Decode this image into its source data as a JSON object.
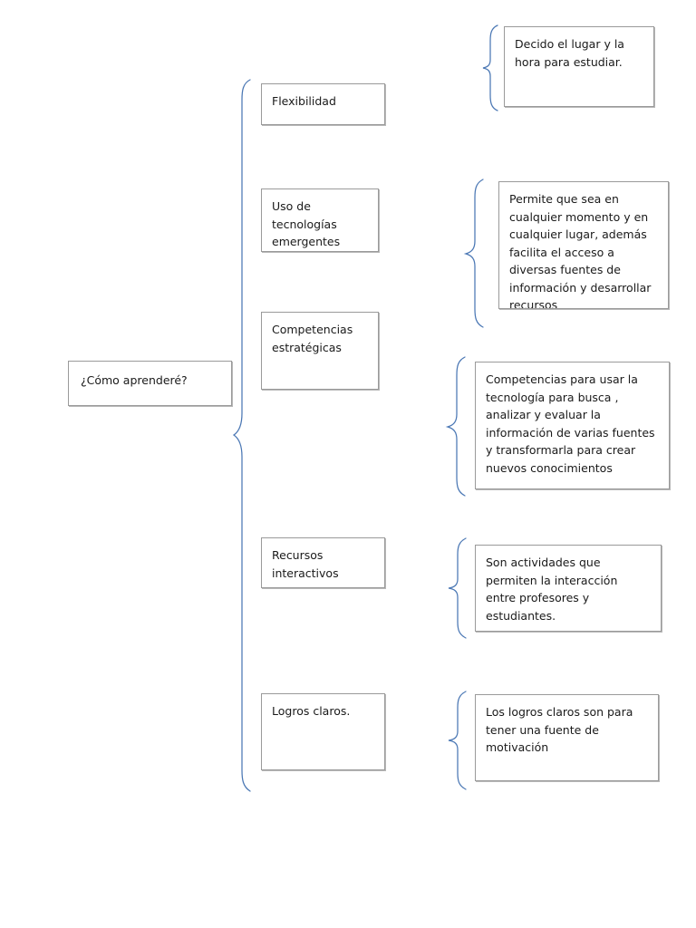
{
  "diagram": {
    "title_text": "¿Cómo aprenderé?",
    "type": "brace-map",
    "accent_color": "#4a77b4",
    "box_border_color": "#9a9a9a",
    "text_color": "#1a1a1a",
    "root": {
      "label": "¿Cómo aprenderé?"
    },
    "branches": [
      {
        "label": "Flexibilidad",
        "detail": "Decido el lugar y la hora para estudiar.",
        "detail_clipped": false
      },
      {
        "label": "Uso de tecnologías emergentes",
        "detail": "Permite que sea en cualquier momento y en cualquier lugar, además facilita el acceso a diversas fuentes de información  y desarrollar  recursos",
        "detail_clipped": true
      },
      {
        "label": "Competencias estratégicas",
        "detail": "Competencias para usar la tecnología para busca , analizar y evaluar la información de varias fuentes y transformarla para crear nuevos conocimientos",
        "detail_clipped": true
      },
      {
        "label": "Recursos interactivos",
        "detail": "Son actividades que permiten la interacción entre profesores y estudiantes.",
        "detail_clipped": false
      },
      {
        "label": "Logros claros.",
        "detail": "Los logros claros son para tener una fuente de motivación",
        "detail_clipped": false
      }
    ],
    "connectors": {
      "main_brace_name": "main-brace",
      "detail_brace_name": "detail-brace"
    }
  }
}
